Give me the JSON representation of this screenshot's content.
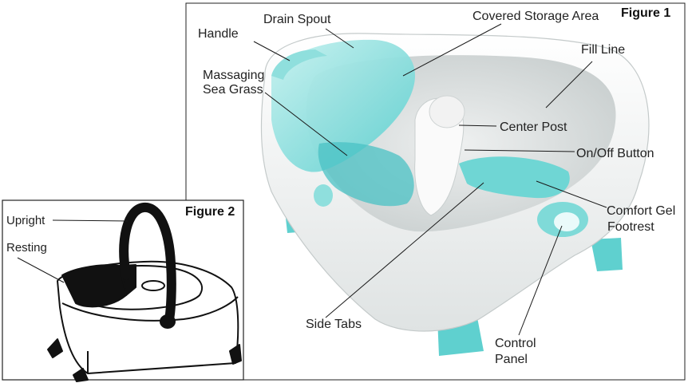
{
  "figure1": {
    "title": "Figure 1",
    "labels": {
      "handle": "Handle",
      "drain_spout": "Drain Spout",
      "covered_storage_area": "Covered Storage Area",
      "fill_line": "Fill Line",
      "massaging_sea_grass_line1": "Massaging",
      "massaging_sea_grass_line2": "Sea Grass",
      "center_post": "Center Post",
      "on_off_button": "On/Off Button",
      "comfort_gel_footrest_line1": "Comfort Gel",
      "comfort_gel_footrest_line2": "Footrest",
      "side_tabs": "Side Tabs",
      "control_panel_line1": "Control",
      "control_panel_line2": "Panel"
    }
  },
  "figure2": {
    "title": "Figure 2",
    "labels": {
      "upright": "Upright",
      "resting": "Resting"
    }
  },
  "colors": {
    "aqua": "#62d3d3",
    "aqua_light": "#b8ecea",
    "aqua_dark": "#35b7b9",
    "tub_white": "#f4f5f5",
    "tub_shadow": "#d6dbdb",
    "line": "#1a1a1a"
  }
}
